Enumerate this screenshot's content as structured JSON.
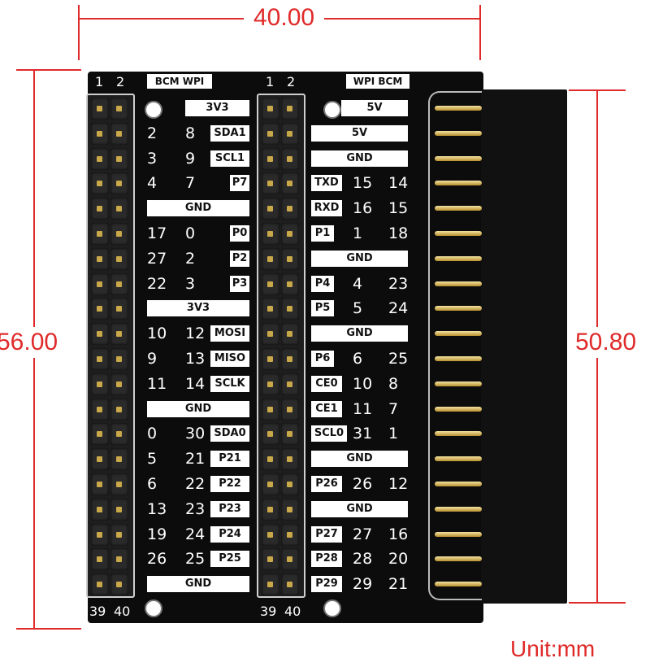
{
  "dimensions": {
    "width": "40.00",
    "height": "56.00",
    "pin_span": "50.80",
    "unit": "Unit:mm"
  },
  "colors": {
    "dimension": "#e02a2a",
    "board": "#0c0c0c",
    "pin": "#c9a84a"
  },
  "left_block": {
    "pin_top": [
      "1",
      "2"
    ],
    "pin_bottom": [
      "39",
      "40"
    ],
    "header_label": "BCM WPI",
    "rows": [
      {
        "bar": "3V3",
        "short": true
      },
      {
        "bcm": "2",
        "wpi": "8",
        "name": "SDA1"
      },
      {
        "bcm": "3",
        "wpi": "9",
        "name": "SCL1"
      },
      {
        "bcm": "4",
        "wpi": "7",
        "name": "P7"
      },
      {
        "bar": "GND"
      },
      {
        "bcm": "17",
        "wpi": "0",
        "name": "P0"
      },
      {
        "bcm": "27",
        "wpi": "2",
        "name": "P2"
      },
      {
        "bcm": "22",
        "wpi": "3",
        "name": "P3"
      },
      {
        "bar": "3V3"
      },
      {
        "bcm": "10",
        "wpi": "12",
        "name": "MOSI"
      },
      {
        "bcm": "9",
        "wpi": "13",
        "name": "MISO"
      },
      {
        "bcm": "11",
        "wpi": "14",
        "name": "SCLK"
      },
      {
        "bar": "GND"
      },
      {
        "bcm": "0",
        "wpi": "30",
        "name": "SDA0"
      },
      {
        "bcm": "5",
        "wpi": "21",
        "name": "P21"
      },
      {
        "bcm": "6",
        "wpi": "22",
        "name": "P22"
      },
      {
        "bcm": "13",
        "wpi": "23",
        "name": "P23"
      },
      {
        "bcm": "19",
        "wpi": "24",
        "name": "P24"
      },
      {
        "bcm": "26",
        "wpi": "25",
        "name": "P25"
      },
      {
        "bar": "GND"
      }
    ]
  },
  "right_block": {
    "pin_top": [
      "1",
      "2"
    ],
    "pin_bottom": [
      "39",
      "40"
    ],
    "header_label": "WPI BCM",
    "rows": [
      {
        "bar": "5V",
        "short": true
      },
      {
        "bar": "5V"
      },
      {
        "bar": "GND"
      },
      {
        "name": "TXD",
        "wpi": "15",
        "bcm": "14"
      },
      {
        "name": "RXD",
        "wpi": "16",
        "bcm": "15"
      },
      {
        "name": "P1",
        "wpi": "1",
        "bcm": "18"
      },
      {
        "bar": "GND"
      },
      {
        "name": "P4",
        "wpi": "4",
        "bcm": "23"
      },
      {
        "name": "P5",
        "wpi": "5",
        "bcm": "24"
      },
      {
        "bar": "GND"
      },
      {
        "name": "P6",
        "wpi": "6",
        "bcm": "25"
      },
      {
        "name": "CE0",
        "wpi": "10",
        "bcm": "8"
      },
      {
        "name": "CE1",
        "wpi": "11",
        "bcm": "7"
      },
      {
        "name": "SCL0",
        "wpi": "31",
        "bcm": "1"
      },
      {
        "bar": "GND"
      },
      {
        "name": "P26",
        "wpi": "26",
        "bcm": "12"
      },
      {
        "bar": "GND"
      },
      {
        "name": "P27",
        "wpi": "27",
        "bcm": "16"
      },
      {
        "name": "P28",
        "wpi": "28",
        "bcm": "20"
      },
      {
        "name": "P29",
        "wpi": "29",
        "bcm": "21"
      }
    ]
  }
}
